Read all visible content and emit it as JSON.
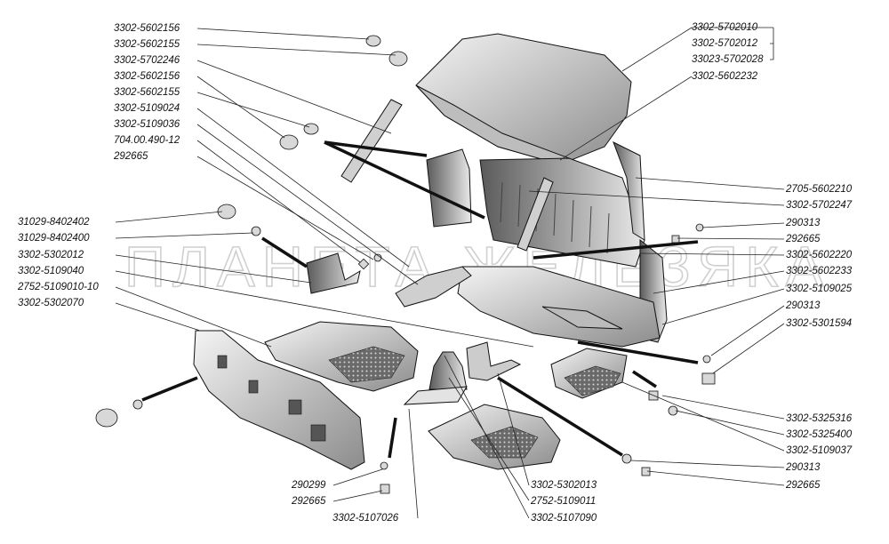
{
  "watermark": "ПЛАНЕТА ЖЕЛЕЗЯКА",
  "left_labels": [
    "3302-5602156",
    "3302-5602155",
    "3302-5702246",
    "3302-5602156",
    "3302-5602155",
    "3302-5109024",
    "3302-5109036",
    "704.00.490-12",
    "292665",
    "31029-8402402",
    "31029-8402400",
    "3302-5302012",
    "3302-5109040",
    "2752-5109010-10",
    "3302-5302070"
  ],
  "right_labels": [
    "3302-5702010",
    "3302-5702012",
    "33023-5702028",
    "3302-5602232",
    "2705-5602210",
    "3302-5702247",
    "290313",
    "292665",
    "3302-5602220",
    "3302-5602233",
    "3302-5109025",
    "290313",
    "3302-5301594",
    "3302-5325316",
    "3302-5325400",
    "3302-5109037",
    "290313",
    "292665"
  ],
  "bottom_labels": [
    "290299",
    "292665",
    "3302-5107026",
    "3302-5302013",
    "2752-5109011",
    "3302-5107090"
  ],
  "colors": {
    "ink": "#111111",
    "part_fill": "#e6e6e6",
    "part_shade": "#9a9a9a",
    "mat": "#3a3a3a",
    "watermark": "#c8c8c8"
  }
}
